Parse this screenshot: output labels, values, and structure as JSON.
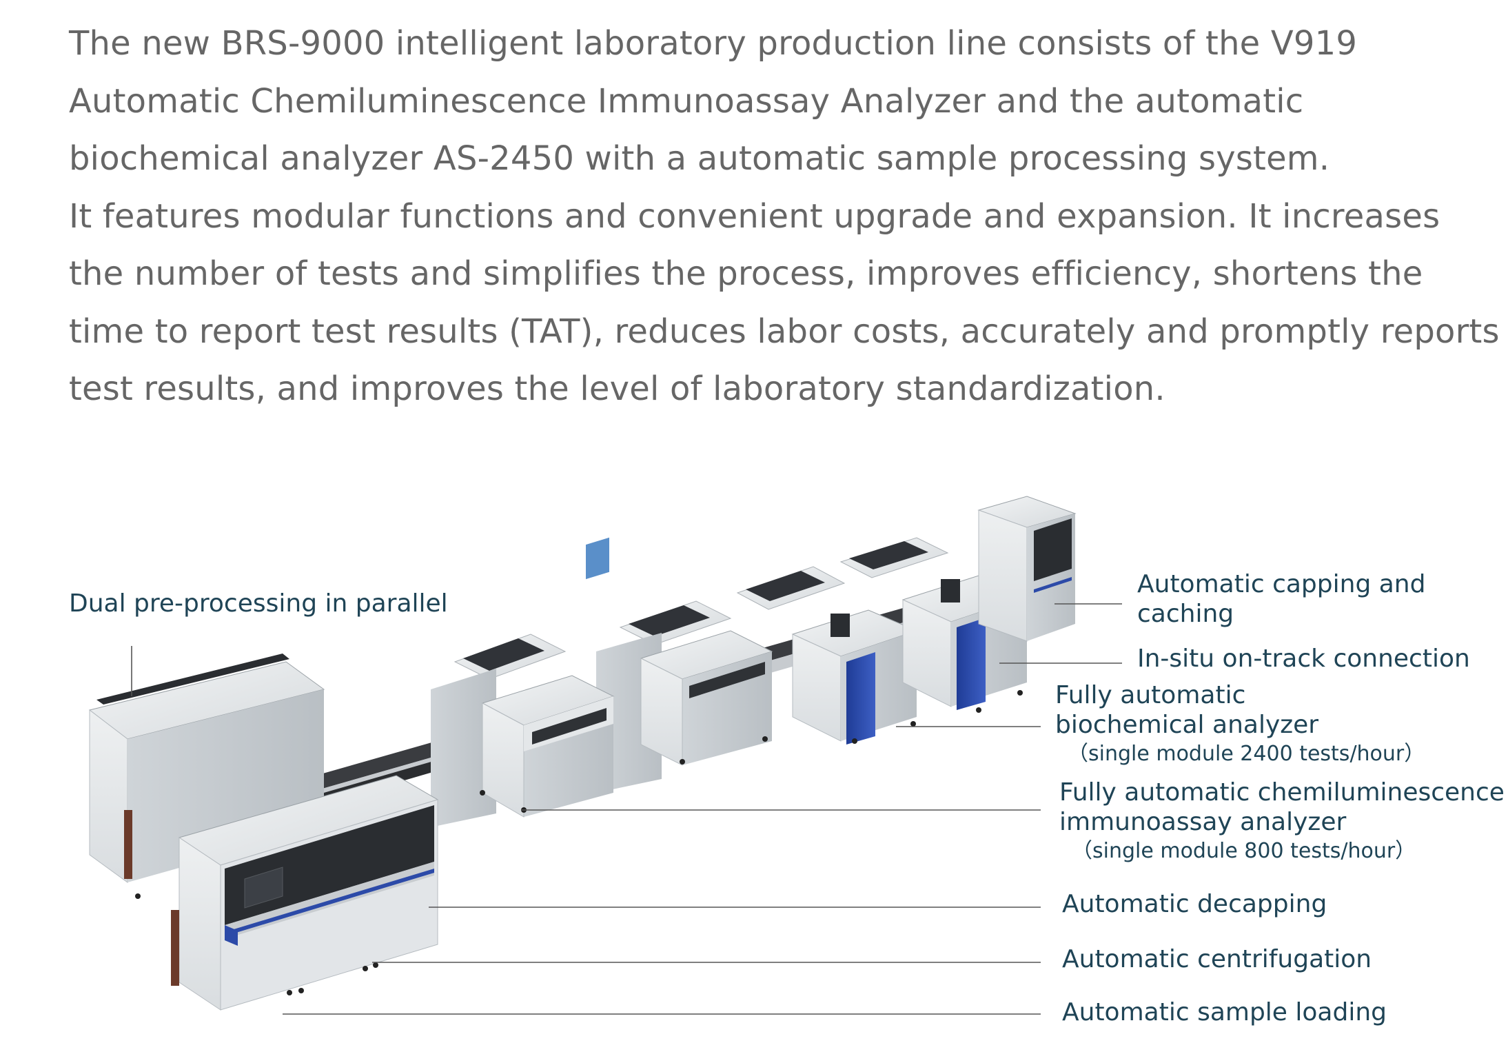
{
  "intro": {
    "lines": [
      "The new BRS-9000 intelligent laboratory production line consists of the V919",
      "Automatic Chemiluminescence Immunoassay Analyzer and the automatic",
      "biochemical analyzer AS-2450 with a automatic sample processing system.",
      "It features modular functions and convenient upgrade and expansion. It increases",
      "the number of tests and simplifies the process, improves efficiency, shortens the",
      "time to report test results (TAT), reduces labor costs, accurately and promptly reports",
      "test results, and improves the level of laboratory standardization."
    ]
  },
  "labels": {
    "dual": "Dual pre-processing in parallel",
    "capping": [
      "Automatic capping and",
      "caching"
    ],
    "insitu": "In-situ on-track connection",
    "biochem": [
      "Fully automatic",
      "biochemical analyzer",
      "（single module 2400 tests/hour）"
    ],
    "chemi": [
      "Fully automatic chemiluminescence",
      "immunoassay analyzer",
      "（single module 800 tests/hour）"
    ],
    "decapping": "Automatic decapping",
    "centrifugation": "Automatic centrifugation",
    "loading": "Automatic sample loading"
  },
  "colors": {
    "body_text": "#666666",
    "label_text": "#1f4456",
    "leader_line": "#555555",
    "machine_white": "#e9ecee",
    "machine_shade": "#c9ced2",
    "machine_blue": "#2c4aa8",
    "panel_dark": "#2a2d31",
    "track": "#3a3c40"
  }
}
